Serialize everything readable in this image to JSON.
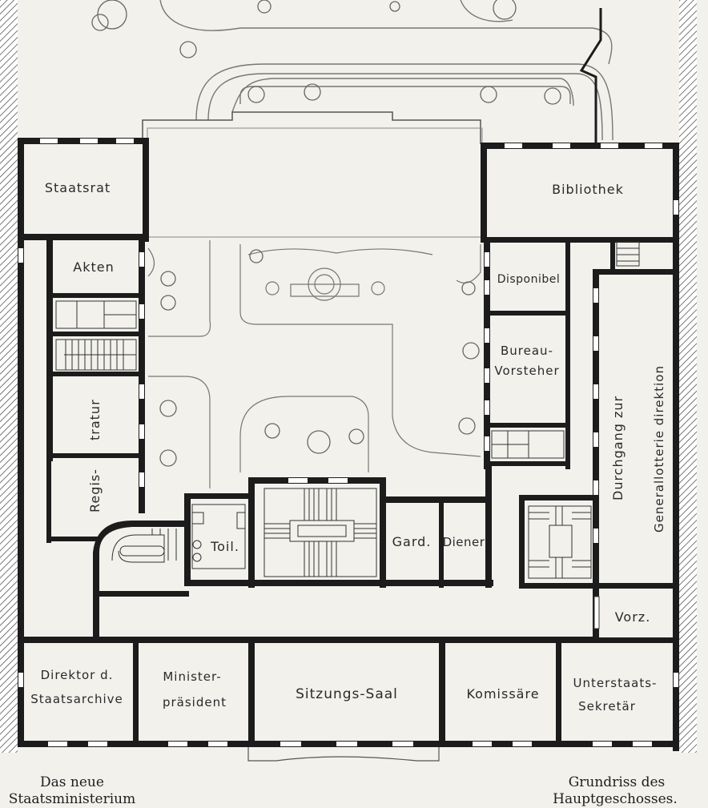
{
  "plan": {
    "rooms": {
      "staatsrat": "Staatsrat",
      "bibliothek": "Bibliothek",
      "akten": "Akten",
      "disponibel": "Disponibel",
      "bureau_1": "Bureau-",
      "bureau_2": "Vorsteher",
      "regis_1": "Regis-",
      "regis_2": "tratur",
      "durchgang_1": "Durchgang zur",
      "durchgang_2": "Generallotterie direktion",
      "toil": "Toil.",
      "gard": "Gard.",
      "diener": "Diener",
      "vorz": "Vorz.",
      "direktor_1": "Direktor d.",
      "direktor_2": "Staatsarchive",
      "minister_1": "Minister-",
      "minister_2": "präsident",
      "sitzungs": "Sitzungs-Saal",
      "komissare": "Komissäre",
      "unter_1": "Unterstaats-",
      "unter_2": "Sekretär"
    },
    "caption_left_1": "Das neue",
    "caption_left_2": "Staatsministerium",
    "caption_right_1": "Grundriss des",
    "caption_right_2": "Hauptgeschosses."
  },
  "colors": {
    "paper": "#f2f1ec",
    "ink": "#1c1c1c",
    "hatch": "#555555"
  }
}
